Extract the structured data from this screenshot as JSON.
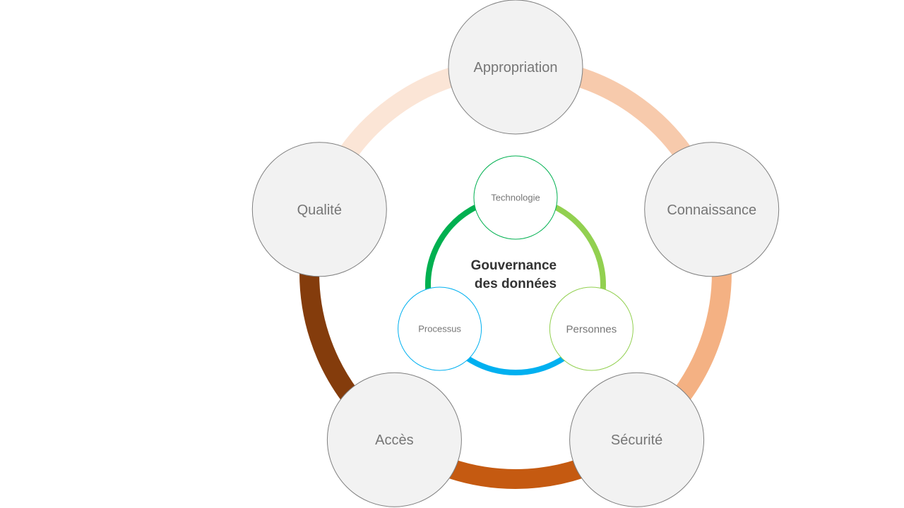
{
  "diagram": {
    "center_title": [
      "Gouvernance",
      "des données"
    ],
    "outer_nodes": [
      {
        "id": "appropriation",
        "label": "Appropriation"
      },
      {
        "id": "connaissance",
        "label": "Connaissance"
      },
      {
        "id": "securite",
        "label": "Sécurité"
      },
      {
        "id": "acces",
        "label": "Accès"
      },
      {
        "id": "qualite",
        "label": "Qualité"
      }
    ],
    "outer_arc_colors": [
      "#f7caac",
      "#f4b183",
      "#c55a11",
      "#843c0c",
      "#fbe5d6"
    ],
    "inner_nodes": [
      {
        "id": "technologie",
        "label": "Technologie",
        "stroke": "#00b050"
      },
      {
        "id": "personnes",
        "label": "Personnes",
        "stroke": "#92d050"
      },
      {
        "id": "processus",
        "label": "Processus",
        "stroke": "#00b0f0"
      }
    ],
    "inner_arc_colors": [
      "#92d050",
      "#00b0f0",
      "#00b050"
    ],
    "colors": {
      "node_fill": "#f2f2f2",
      "node_stroke": "#7f7f7f",
      "node_text": "#767676",
      "inner_fill": "#ffffff",
      "center_text": "#333333"
    }
  }
}
